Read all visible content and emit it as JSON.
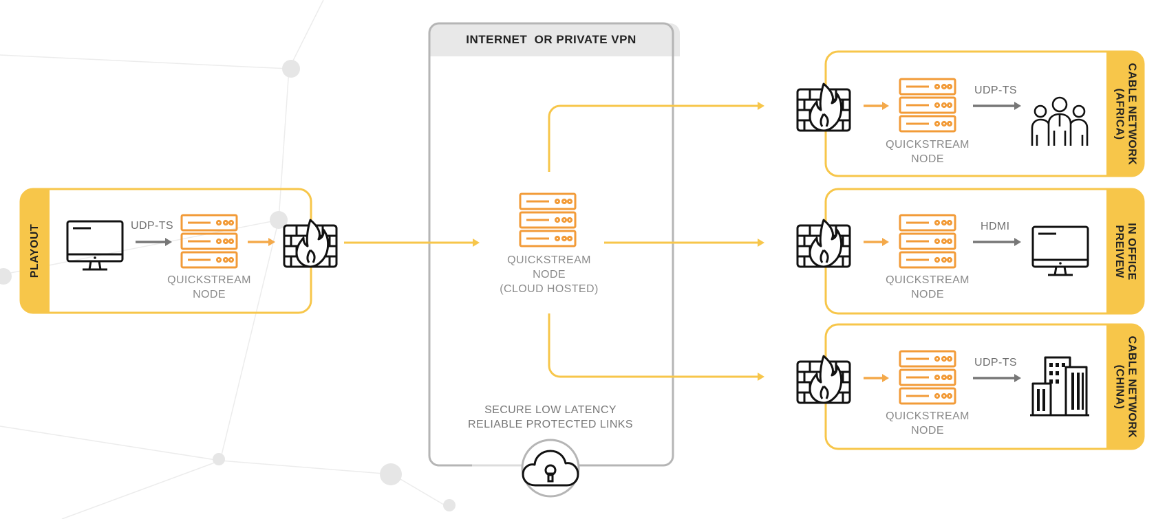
{
  "colors": {
    "accent": "#f7c64a",
    "server": "#f29b38",
    "ink": "#111111",
    "frame": "#b5b5b5",
    "band": "#e8e8e8",
    "gray_arrow": "#777777",
    "label": "#8a8a8a"
  },
  "playout": {
    "tab_label": "PLAYOUT",
    "protocol": "UDP-TS",
    "node_label_1": "QUICKSTREAM",
    "node_label_2": "NODE",
    "icons": [
      "monitor-icon",
      "server-icon",
      "firewall-icon"
    ]
  },
  "internet": {
    "title": "INTERNET  OR PRIVATE VPN",
    "cloud_node": {
      "line1": "QUICKSTREAM",
      "line2": "NODE",
      "line3": "(CLOUD HOSTED)"
    },
    "secure_line1": "SECURE LOW LATENCY",
    "secure_line2": "RELIABLE PROTECTED LINKS",
    "icon": "cloud-lock-icon"
  },
  "destinations": [
    {
      "tab_line1": "CABLE NETWORK",
      "tab_line2": "(AFRICA)",
      "protocol": "UDP-TS",
      "node_label_1": "QUICKSTREAM",
      "node_label_2": "NODE",
      "endpoint_icon": "people-icon"
    },
    {
      "tab_line1": "IN OFFICE",
      "tab_line2": "PREIVEW",
      "protocol": "HDMI",
      "node_label_1": "QUICKSTREAM",
      "node_label_2": "NODE",
      "endpoint_icon": "monitor-icon"
    },
    {
      "tab_line1": "CABLE NETWORK",
      "tab_line2": "(CHINA)",
      "protocol": "UDP-TS",
      "node_label_1": "QUICKSTREAM",
      "node_label_2": "NODE",
      "endpoint_icon": "buildings-icon"
    }
  ]
}
